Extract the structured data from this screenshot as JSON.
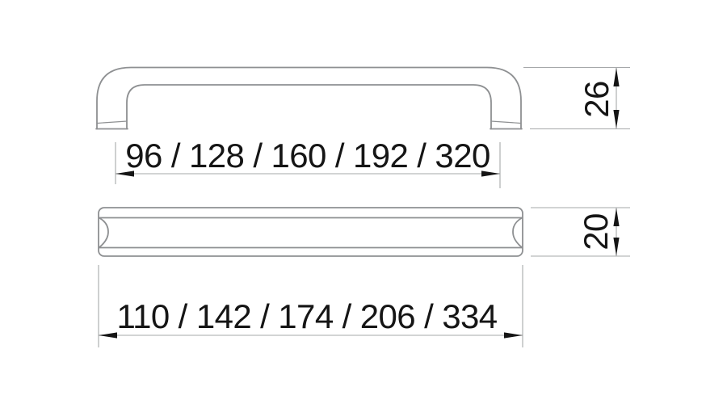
{
  "colors": {
    "background": "#ffffff",
    "outline": "#8e9092",
    "thin_line": "#a6a8aa",
    "dimension": "#151515"
  },
  "views": {
    "side_view": {
      "hole_spacing_label": "96 / 128 / 160 / 192 / 320",
      "height_label": "26"
    },
    "plan_view": {
      "overall_length_label": "110 / 142 / 174 / 206 / 334",
      "height_label": "20"
    }
  }
}
